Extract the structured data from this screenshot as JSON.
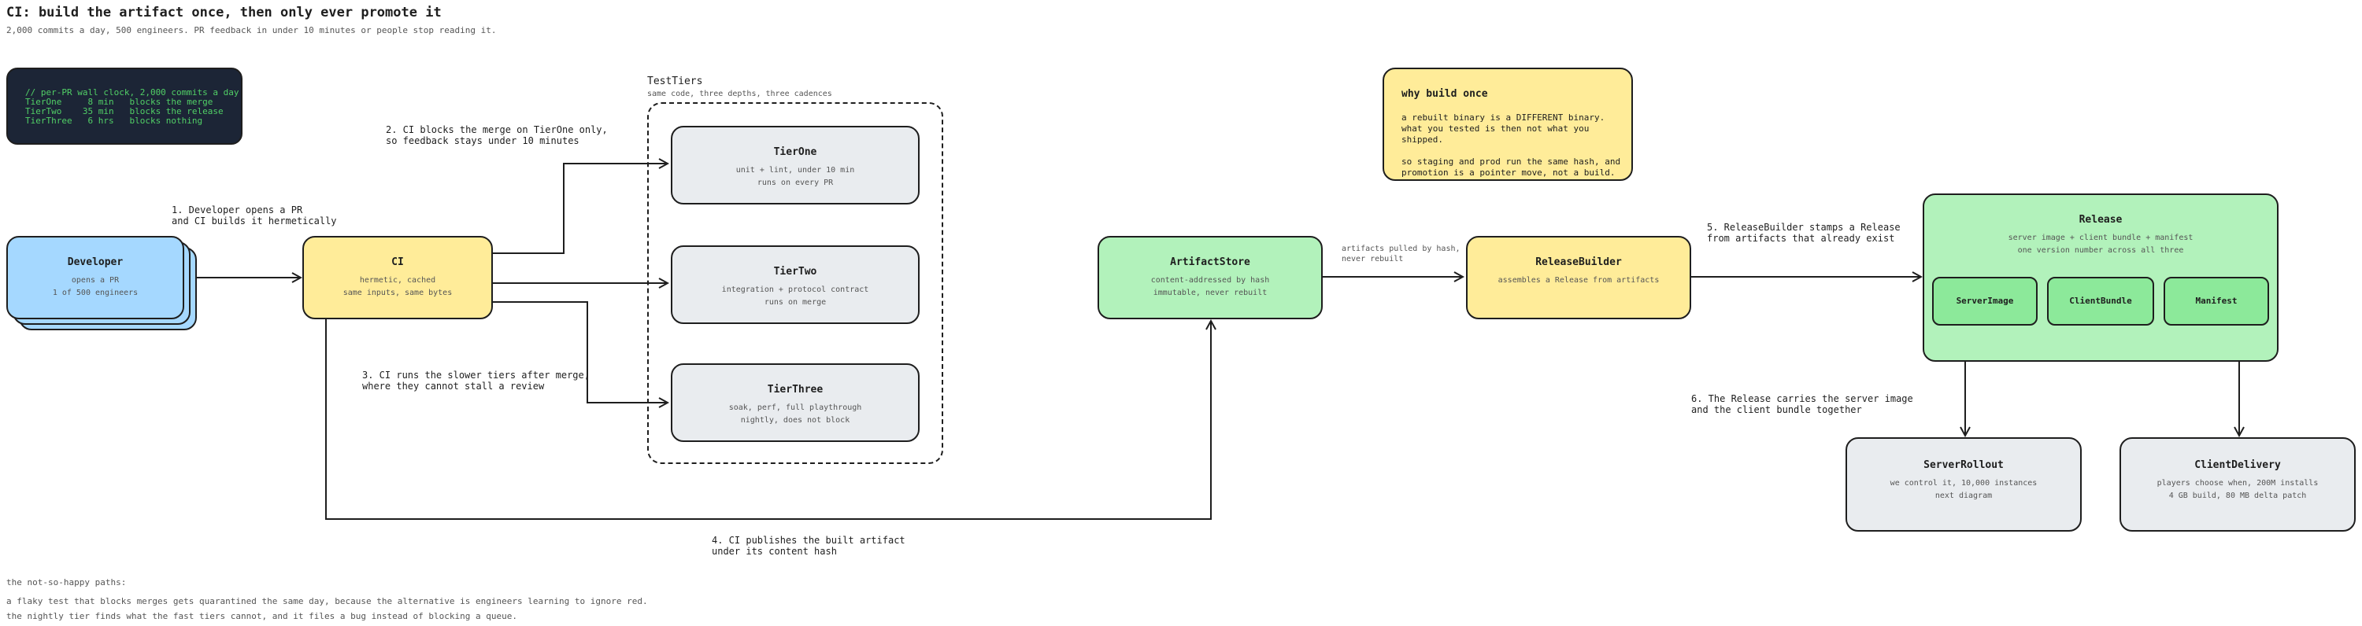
{
  "title": "CI: build the artifact once, then only ever promote it",
  "subtitle": "2,000 commits a day, 500 engineers. PR feedback in under 10 minutes or people stop reading it.",
  "terminal": {
    "lines": [
      "// per-PR wall clock, 2,000 commits a day",
      "TierOne     8 min   blocks the merge",
      "TierTwo    35 min   blocks the release",
      "TierThree   6 hrs   blocks nothing"
    ]
  },
  "nodes": {
    "developer": {
      "title": "Developer",
      "lines": [
        "opens a PR",
        "1 of 500 engineers"
      ]
    },
    "ci": {
      "title": "CI",
      "lines": [
        "hermetic, cached",
        "same inputs, same bytes"
      ]
    },
    "tierone": {
      "title": "TierOne",
      "lines": [
        "unit + lint, under 10 min",
        "runs on every PR"
      ]
    },
    "tiertwo": {
      "title": "TierTwo",
      "lines": [
        "integration + protocol contract",
        "runs on merge"
      ]
    },
    "tierthree": {
      "title": "TierThree",
      "lines": [
        "soak, perf, full playthrough",
        "nightly, does not block"
      ]
    },
    "artifactstore": {
      "title": "ArtifactStore",
      "lines": [
        "content-addressed by hash",
        "immutable, never rebuilt"
      ]
    },
    "releasebuilder": {
      "title": "ReleaseBuilder",
      "lines": [
        "assembles a Release from artifacts"
      ]
    },
    "release": {
      "title": "Release",
      "lines": [
        "server image + client bundle + manifest",
        "one version number across all three"
      ]
    },
    "serverrollout": {
      "title": "ServerRollout",
      "lines": [
        "we control it, 10,000 instances",
        "next diagram"
      ]
    },
    "clientdelivery": {
      "title": "ClientDelivery",
      "lines": [
        "players choose when, 200M installs",
        "4 GB build, 80 MB delta patch"
      ]
    }
  },
  "subnodes": [
    "ServerImage",
    "ClientBundle",
    "Manifest"
  ],
  "testtiers": {
    "title": "TestTiers",
    "subtitle": "same code, three depths, three cadences"
  },
  "note": {
    "title": "why build once",
    "lines": [
      "a rebuilt binary is a DIFFERENT binary.",
      "what you tested is then not what you shipped.",
      "",
      "so staging and prod run the same hash, and",
      "promotion is a pointer move, not a build."
    ]
  },
  "steps": {
    "s1": "1. Developer opens a PR\nand CI builds it hermetically",
    "s2": "2. CI blocks the merge on TierOne only,\nso feedback stays under 10 minutes",
    "s3": "3. CI runs the slower tiers after merge,\nwhere they cannot stall a review",
    "s4": "4. CI publishes the built artifact\nunder its content hash",
    "s5": "5. ReleaseBuilder stamps a Release\nfrom artifacts that already exist",
    "s6": "6. The Release carries the server image\nand the client bundle together",
    "pulled": "artifacts pulled by hash,\nnever rebuilt"
  },
  "footer": {
    "heading": "the not-so-happy paths:",
    "lines": [
      "a flaky test that blocks merges gets quarantined the same day, because the alternative is engineers learning to ignore red.",
      "the nightly tier finds what the fast tiers cannot, and it files a bug instead of blocking a queue."
    ]
  }
}
